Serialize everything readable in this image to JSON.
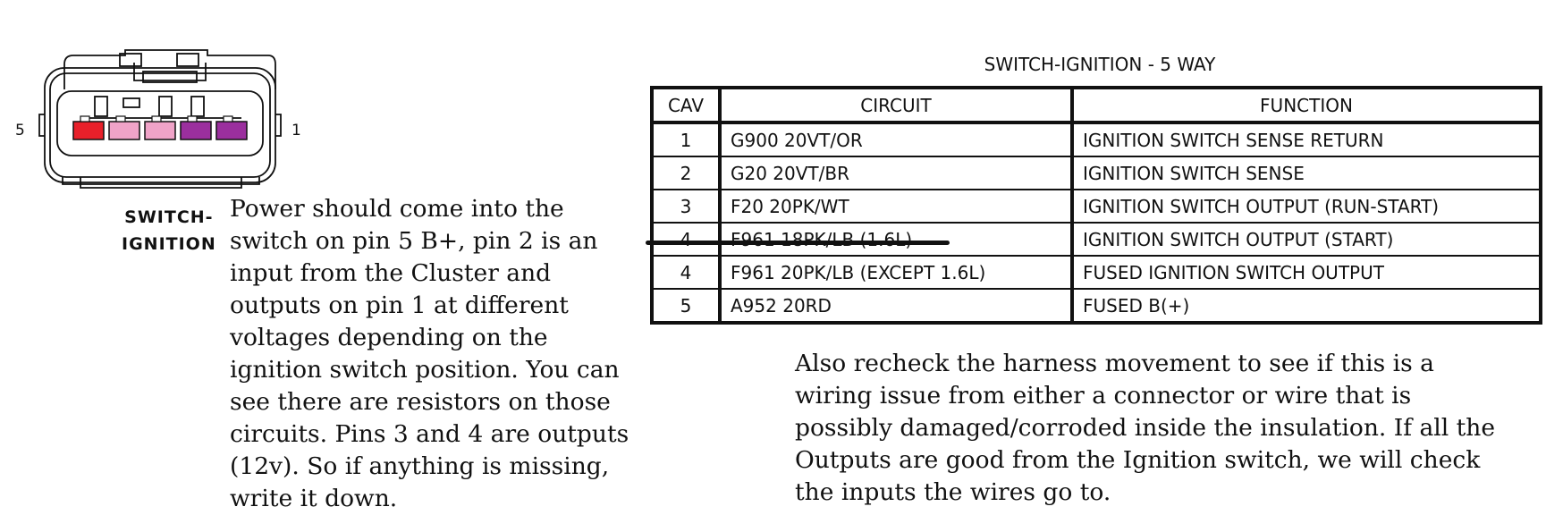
{
  "connector": {
    "pin_left_label": "5",
    "pin_right_label": "1",
    "name_line1": "SWITCH-",
    "name_line2": "IGNITION",
    "pin_colors": [
      "#e8202a",
      "#f0a3c8",
      "#f0a3c8",
      "#9b2f9e",
      "#9b2f9e"
    ]
  },
  "note_left": "Power should come into the switch on pin 5 B+, pin 2 is an input from the Cluster and outputs on pin 1 at different voltages depending on the ignition switch position. You can see there are resistors on those circuits. Pins 3 and 4 are outputs (12v). So if anything is missing, write it down.",
  "note_right": "Also recheck the harness movement to see if this is a wiring issue from either a connector or wire that is possibly damaged/corroded inside the insulation. If all the Outputs are good from the Ignition switch, we will check the inputs the wires go to.",
  "table": {
    "title": "SWITCH-IGNITION - 5 WAY",
    "headers": {
      "cav": "CAV",
      "circuit": "CIRCUIT",
      "function": "FUNCTION"
    },
    "rows": [
      {
        "cav": "1",
        "circuit": "G900 20VT/OR",
        "function": "IGNITION SWITCH SENSE RETURN"
      },
      {
        "cav": "2",
        "circuit": "G20 20VT/BR",
        "function": "IGNITION SWITCH SENSE"
      },
      {
        "cav": "3",
        "circuit": "F20 20PK/WT",
        "function": "IGNITION SWITCH OUTPUT (RUN-START)"
      },
      {
        "cav": "4",
        "circuit": "F961 18PK/LB (1.6L)",
        "function": "IGNITION SWITCH OUTPUT (START)",
        "struck_out": true
      },
      {
        "cav": "4",
        "circuit": "F961 20PK/LB (EXCEPT 1.6L)",
        "function": "FUSED IGNITION SWITCH OUTPUT"
      },
      {
        "cav": "5",
        "circuit": "A952 20RD",
        "function": "FUSED B(+)"
      }
    ]
  }
}
